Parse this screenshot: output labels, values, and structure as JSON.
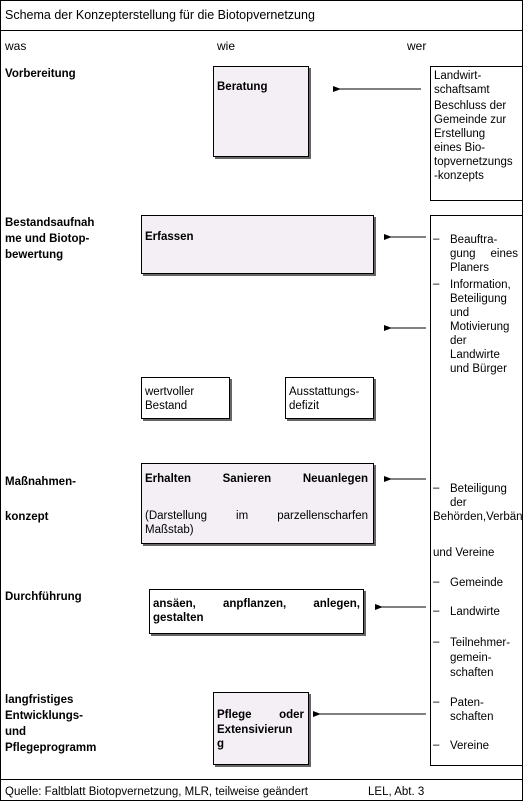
{
  "title": "Schema der Konzepterstellung für die Biotopvernetzung",
  "headers": {
    "was": "was",
    "wie": "wie",
    "wer": "wer"
  },
  "sections": {
    "vorbereitung": "Vorbereitung",
    "bestand": [
      "Bestandsaufnah",
      "me und Biotop-",
      "bewertung"
    ],
    "massnahmen1": "Maßnahmen-",
    "massnahmen2": "konzept",
    "durchfuehrung": "Durchführung",
    "langfristig": [
      "langfristiges",
      "Entwicklungs-",
      "und",
      "Pflegeprogramm"
    ]
  },
  "boxes": {
    "beratung": "Beratung",
    "erfassen": "Erfassen",
    "wertvoller": [
      "wertvoller",
      "Bestand"
    ],
    "ausstattung": [
      "Ausstattungs-",
      "defizit"
    ],
    "erhalten": [
      "Erhalten",
      "Sanieren",
      "Neuanlegen"
    ],
    "darstellung": [
      "(Darstellung",
      "im",
      "parzellenscharfen"
    ],
    "massstab": "Maßstab)",
    "ansaeen": [
      "ansäen,",
      "anpflanzen,",
      "anlegen,"
    ],
    "gestalten": "gestalten",
    "pflege": [
      "Pflege",
      "oder"
    ],
    "pflege2": [
      "Extensivierun",
      "g"
    ]
  },
  "wer_top": [
    "Landwirt-",
    "schaftsamt",
    "Beschluss der",
    "Gemeinde zur",
    "Erstellung",
    "eines Bio-",
    "topvernetzungs",
    "-konzepts"
  ],
  "wer": {
    "beauftragung": [
      "Beauftra-",
      "gung eines",
      "Planers"
    ],
    "information": [
      "Information,",
      "Beteiligung",
      "und",
      "Motivierung",
      "der",
      "Landwirte",
      "und Bürger"
    ],
    "beteiligung": [
      "Beteiligung",
      "der"
    ],
    "behoerden": [
      "Behörden,",
      "Verbände"
    ],
    "vereine_und": "und Vereine",
    "gemeinde": "Gemeinde",
    "landwirte": "Landwirte",
    "teilnehmer": [
      "Teilnehmer-",
      "gemein-",
      "schaften"
    ],
    "paten": [
      "Paten-",
      "schaften"
    ],
    "vereine": "Vereine",
    "dash": "–"
  },
  "footer": {
    "source": "Quelle: Faltblatt Biotopvernetzung, MLR, teilweise geändert",
    "org": "LEL, Abt. 3"
  }
}
